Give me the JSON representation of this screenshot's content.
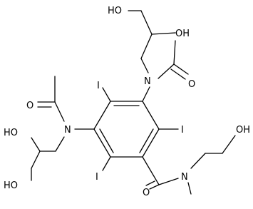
{
  "molecule": {
    "bond_color": "#000000",
    "background": "#ffffff",
    "atoms": {
      "oh_top_terminal": "HO",
      "oh_top_secondary": "OH",
      "n_top": "N",
      "o_acetyl_top": "O",
      "i_upper_left": "I",
      "i_right": "I",
      "o_acetyl_left": "O",
      "n_left": "N",
      "oh_left_secondary": "HO",
      "oh_left_terminal": "HO",
      "i_lower_left": "I",
      "o_amide": "O",
      "n_amide": "N",
      "oh_ethyl": "OH"
    }
  }
}
